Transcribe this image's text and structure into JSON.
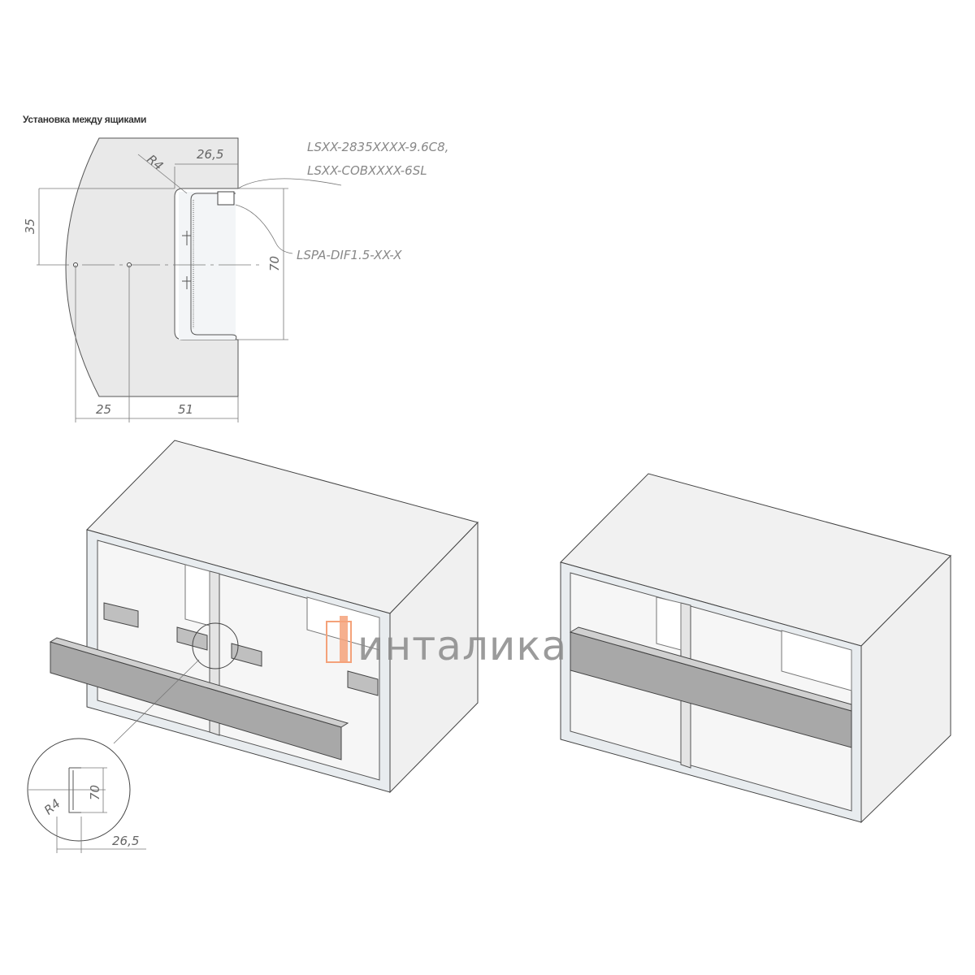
{
  "title": "Установка между ящиками",
  "section_drawing": {
    "dim_width": "26,5",
    "dim_radius": "R4",
    "dim_half_height": "35",
    "dim_height": "70",
    "dim_bottom_left": "25",
    "dim_bottom_right": "51",
    "label_led_strip_1": "LSXX-2835XXXX-9.6C8,",
    "label_led_strip_2": "LSXX-COBXXXX-6SL",
    "label_diffuser": "LSPA-DIF1.5-XX-X"
  },
  "detail_callout": {
    "dim_height": "70",
    "dim_radius": "R4",
    "dim_width": "26,5"
  },
  "watermark": {
    "brand": "интaлика",
    "accent_color": "#f4a27a"
  }
}
